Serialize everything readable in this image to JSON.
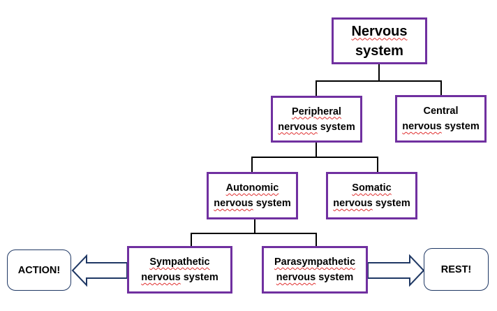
{
  "diagram": {
    "colors": {
      "box_border": "#7030a0",
      "arrow": "#1f3864",
      "connector": "#000000"
    },
    "nodes": {
      "nervous": {
        "line1": "Nervous",
        "line2": "system"
      },
      "peripheral": {
        "line1": "Peripheral",
        "line2_a": "nervous",
        "line2_b": " system"
      },
      "central": {
        "line1": "Central",
        "line2_a": "nervous",
        "line2_b": " system"
      },
      "autonomic": {
        "line1": "Autonomic",
        "line2_a": "nervous",
        "line2_b": " system"
      },
      "somatic": {
        "line1": "Somatic",
        "line2_a": "nervous",
        "line2_b": " system"
      },
      "sympathetic": {
        "line1": "Sympathetic",
        "line2_a": "nervous",
        "line2_b": " system"
      },
      "parasympathetic": {
        "line1": "Parasympathetic",
        "line2_a": "nervous",
        "line2_b": " system"
      }
    },
    "outcomes": {
      "action": "ACTION!",
      "rest": "REST!"
    },
    "edges": [
      [
        "Nervous system",
        "Peripheral nervous system"
      ],
      [
        "Nervous system",
        "Central nervous system"
      ],
      [
        "Peripheral nervous system",
        "Autonomic nervous system"
      ],
      [
        "Peripheral nervous system",
        "Somatic nervous system"
      ],
      [
        "Autonomic nervous system",
        "Sympathetic nervous system"
      ],
      [
        "Autonomic nervous system",
        "Parasympathetic nervous system"
      ],
      [
        "Sympathetic nervous system",
        "ACTION!"
      ],
      [
        "Parasympathetic nervous system",
        "REST!"
      ]
    ]
  }
}
